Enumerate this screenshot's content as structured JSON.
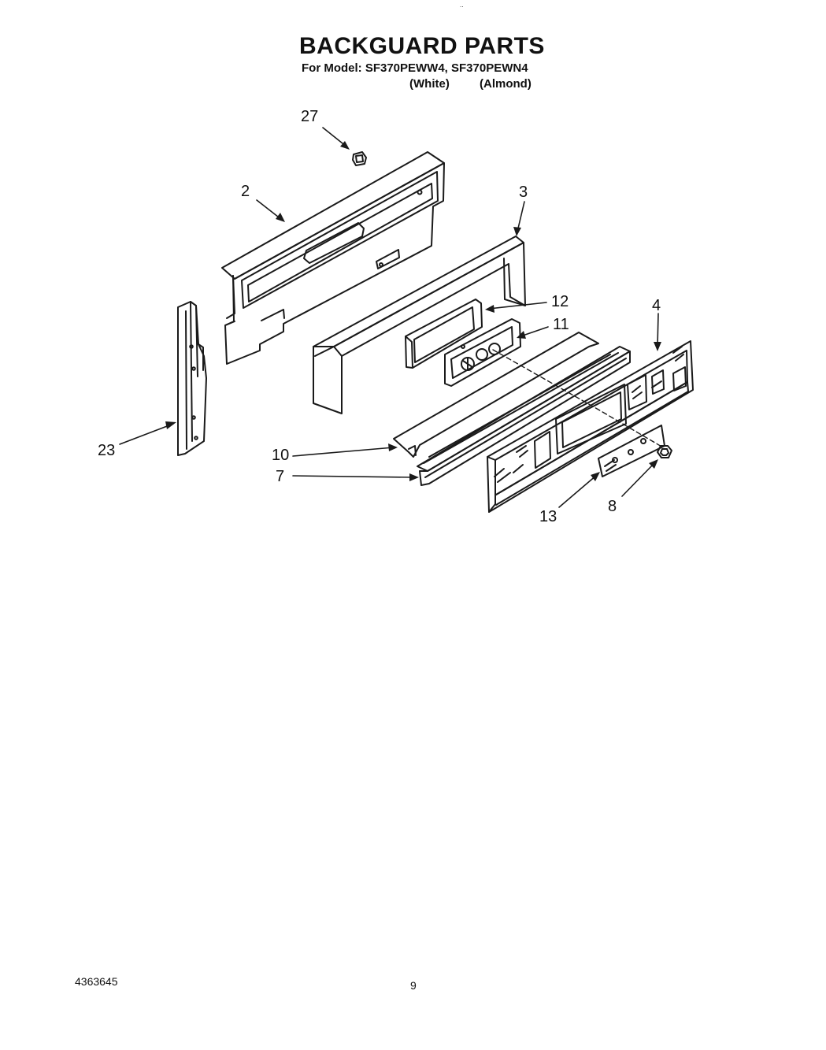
{
  "header": {
    "title": "BACKGUARD PARTS",
    "model_line": "For Model: SF370PEWW4, SF370PEWN4",
    "variant_white": "(White)",
    "variant_almond": "(Almond)",
    "top_mark": ".."
  },
  "callouts": {
    "p27": "27",
    "p2": "2",
    "p3": "3",
    "p12": "12",
    "p11": "11",
    "p4": "4",
    "p23": "23",
    "p10": "10",
    "p7": "7",
    "p13": "13",
    "p8": "8"
  },
  "footer": {
    "code": "4363645",
    "page": "9"
  }
}
